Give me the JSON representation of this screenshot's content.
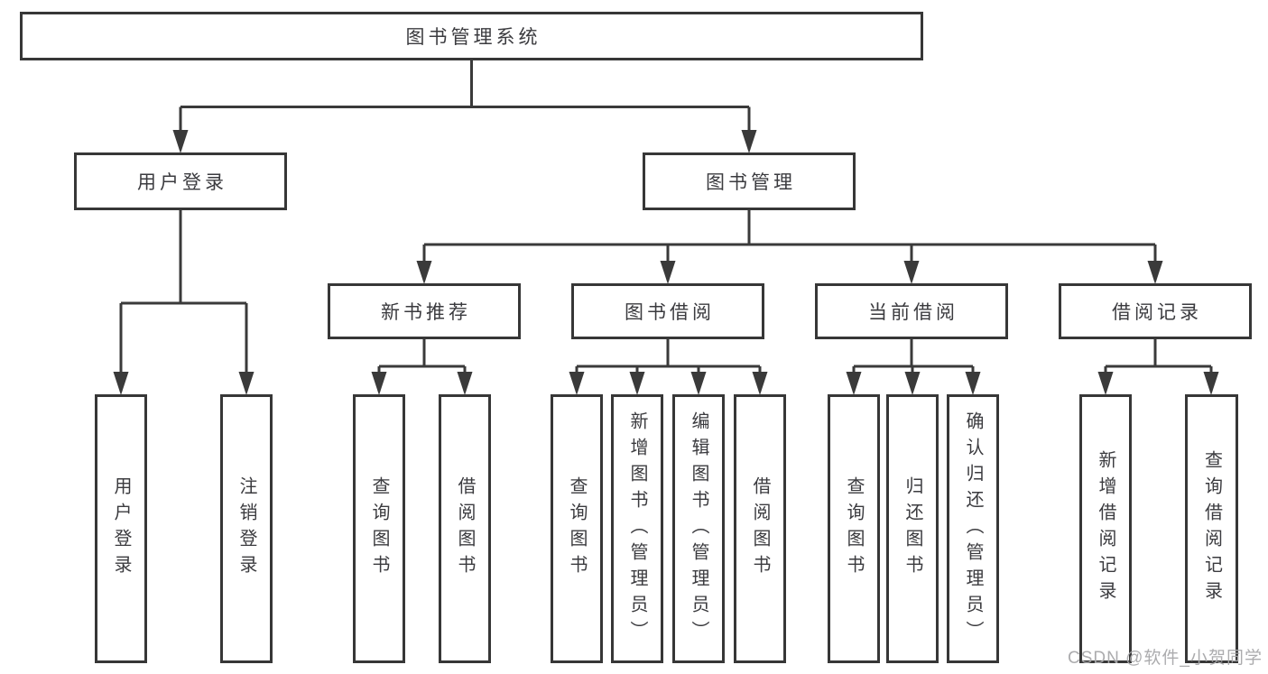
{
  "diagram": {
    "root": {
      "label": "图书管理系统"
    },
    "branches": [
      {
        "label": "用户登录",
        "children": [
          {
            "label": "用户登录"
          },
          {
            "label": "注销登录"
          }
        ]
      },
      {
        "label": "图书管理",
        "children": [
          {
            "label": "新书推荐",
            "children": [
              {
                "label": "查询图书"
              },
              {
                "label": "借阅图书"
              }
            ]
          },
          {
            "label": "图书借阅",
            "children": [
              {
                "label": "查询图书"
              },
              {
                "label": "新增图书（管理员）"
              },
              {
                "label": "编辑图书（管理员）"
              },
              {
                "label": "借阅图书"
              }
            ]
          },
          {
            "label": "当前借阅",
            "children": [
              {
                "label": "查询图书"
              },
              {
                "label": "归还图书"
              },
              {
                "label": "确认归还（管理员）"
              }
            ]
          },
          {
            "label": "借阅记录",
            "children": [
              {
                "label": "新增借阅记录"
              },
              {
                "label": "查询借阅记录"
              }
            ]
          }
        ]
      }
    ]
  },
  "watermark": {
    "text": "CSDN @软件_小贺同学"
  },
  "colors": {
    "line": "#3a3a3a",
    "box_border": "#373737",
    "text": "#3b3b3f",
    "watermark": "#a8a8aa",
    "background": "#ffffff"
  }
}
